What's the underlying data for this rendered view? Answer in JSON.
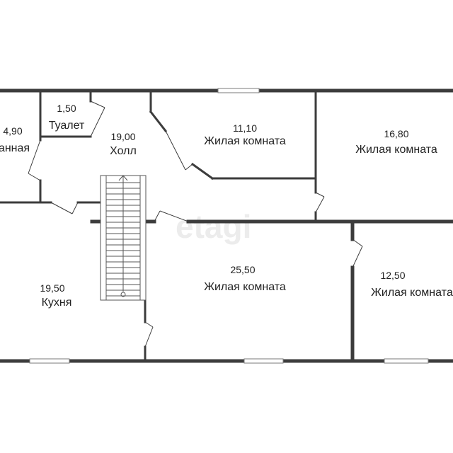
{
  "watermark": "etagi",
  "rooms": [
    {
      "id": "bathroom",
      "area": "4,90",
      "name": "анная"
    },
    {
      "id": "toilet",
      "area": "1,50",
      "name": "Туалет"
    },
    {
      "id": "hall",
      "area": "19,00",
      "name": "Холл"
    },
    {
      "id": "living-1",
      "area": "11,10",
      "name": "Жилая комната"
    },
    {
      "id": "living-2",
      "area": "16,80",
      "name": "Жилая комната"
    },
    {
      "id": "kitchen",
      "area": "19,50",
      "name": "Кухня"
    },
    {
      "id": "living-3",
      "area": "25,50",
      "name": "Жилая комната"
    },
    {
      "id": "living-4",
      "area": "12,50",
      "name": "Жилая комнатa"
    }
  ]
}
